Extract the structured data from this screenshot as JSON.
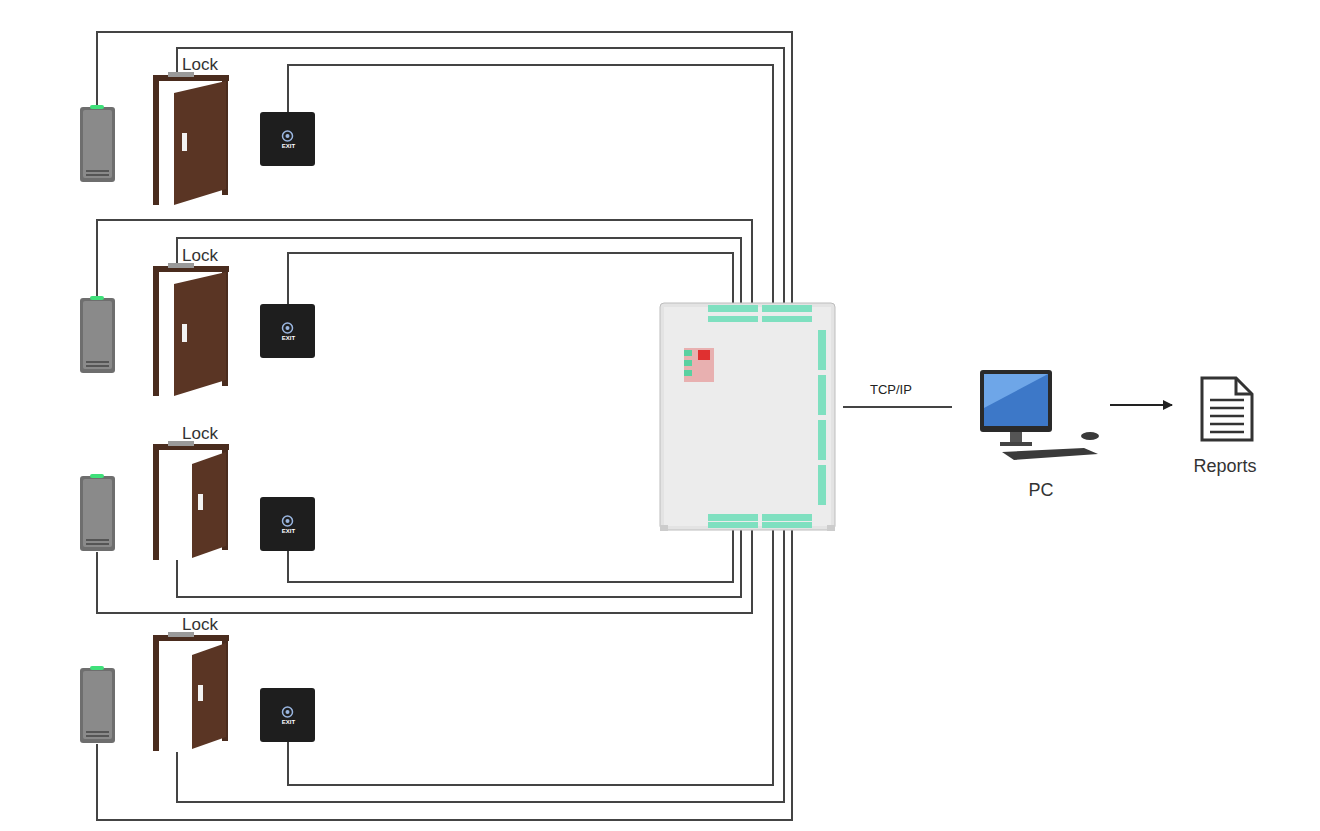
{
  "diagram": {
    "nodes": [
      {
        "text": [
          "Lock"
        ]
      },
      {
        "text": [
          "EXIT"
        ]
      },
      {
        "text": [
          "Lock"
        ]
      },
      {
        "text": [
          "EXIT"
        ]
      },
      {
        "text": [
          "Lock"
        ]
      },
      {
        "text": [
          "EXIT"
        ]
      },
      {
        "text": [
          "Lock"
        ]
      },
      {
        "text": [
          "EXIT"
        ]
      },
      {
        "text": [
          "PC"
        ]
      },
      {
        "text": [
          "Reports"
        ]
      }
    ],
    "edges": [
      {
        "from": 8,
        "to": 9,
        "arrow": "to"
      }
    ],
    "labels": [
      "TCP/IP"
    ]
  }
}
